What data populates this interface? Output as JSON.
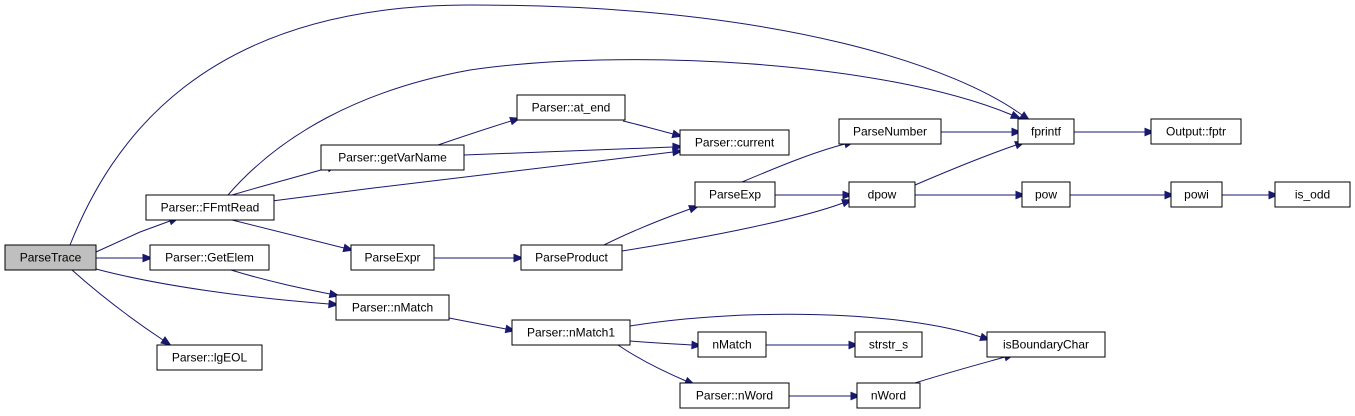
{
  "diagram": {
    "colors": {
      "edge": "#191970",
      "root_fill": "#bfbfbf",
      "node_fill": "#ffffff",
      "node_border": "#000000"
    },
    "nodes": [
      {
        "id": "parsetrace",
        "label": "ParseTrace",
        "root": true
      },
      {
        "id": "ffmtread",
        "label": "Parser::FFmtRead"
      },
      {
        "id": "getelem",
        "label": "Parser::GetElem"
      },
      {
        "id": "lgeol",
        "label": "Parser::lgEOL"
      },
      {
        "id": "getvarname",
        "label": "Parser::getVarName"
      },
      {
        "id": "atend",
        "label": "Parser::at_end"
      },
      {
        "id": "current",
        "label": "Parser::current"
      },
      {
        "id": "parseexpr",
        "label": "ParseExpr"
      },
      {
        "id": "parseproduct",
        "label": "ParseProduct"
      },
      {
        "id": "nmatch_parser",
        "label": "Parser::nMatch"
      },
      {
        "id": "nmatch1",
        "label": "Parser::nMatch1"
      },
      {
        "id": "parseexp",
        "label": "ParseExp"
      },
      {
        "id": "parsenumber",
        "label": "ParseNumber"
      },
      {
        "id": "dpow",
        "label": "dpow"
      },
      {
        "id": "fprintf",
        "label": "fprintf"
      },
      {
        "id": "outputfptr",
        "label": "Output::fptr"
      },
      {
        "id": "pow",
        "label": "pow"
      },
      {
        "id": "powi",
        "label": "powi"
      },
      {
        "id": "isodd",
        "label": "is_odd"
      },
      {
        "id": "nmatch",
        "label": "nMatch"
      },
      {
        "id": "strstrs",
        "label": "strstr_s"
      },
      {
        "id": "isboundarychar",
        "label": "isBoundaryChar"
      },
      {
        "id": "nword_parser",
        "label": "Parser::nWord"
      },
      {
        "id": "nword",
        "label": "nWord"
      }
    ],
    "edges": [
      {
        "from": "parsetrace",
        "to": "fprintf"
      },
      {
        "from": "parsetrace",
        "to": "ffmtread"
      },
      {
        "from": "parsetrace",
        "to": "getelem"
      },
      {
        "from": "parsetrace",
        "to": "nmatch_parser"
      },
      {
        "from": "parsetrace",
        "to": "lgeol"
      },
      {
        "from": "ffmtread",
        "to": "fprintf"
      },
      {
        "from": "ffmtread",
        "to": "getvarname"
      },
      {
        "from": "ffmtread",
        "to": "current"
      },
      {
        "from": "ffmtread",
        "to": "parseexpr"
      },
      {
        "from": "getvarname",
        "to": "atend"
      },
      {
        "from": "getvarname",
        "to": "current"
      },
      {
        "from": "atend",
        "to": "current"
      },
      {
        "from": "getelem",
        "to": "nmatch_parser"
      },
      {
        "from": "parseexpr",
        "to": "parseproduct"
      },
      {
        "from": "parseproduct",
        "to": "parseexp"
      },
      {
        "from": "parseproduct",
        "to": "dpow"
      },
      {
        "from": "parseexp",
        "to": "parsenumber"
      },
      {
        "from": "parseexp",
        "to": "dpow"
      },
      {
        "from": "parsenumber",
        "to": "fprintf"
      },
      {
        "from": "dpow",
        "to": "fprintf"
      },
      {
        "from": "dpow",
        "to": "pow"
      },
      {
        "from": "fprintf",
        "to": "outputfptr"
      },
      {
        "from": "pow",
        "to": "powi"
      },
      {
        "from": "powi",
        "to": "isodd"
      },
      {
        "from": "nmatch_parser",
        "to": "nmatch1"
      },
      {
        "from": "nmatch1",
        "to": "isboundarychar"
      },
      {
        "from": "nmatch1",
        "to": "nmatch"
      },
      {
        "from": "nmatch1",
        "to": "nword_parser"
      },
      {
        "from": "nmatch",
        "to": "strstrs"
      },
      {
        "from": "nword_parser",
        "to": "nword"
      },
      {
        "from": "nword",
        "to": "isboundarychar"
      }
    ]
  }
}
